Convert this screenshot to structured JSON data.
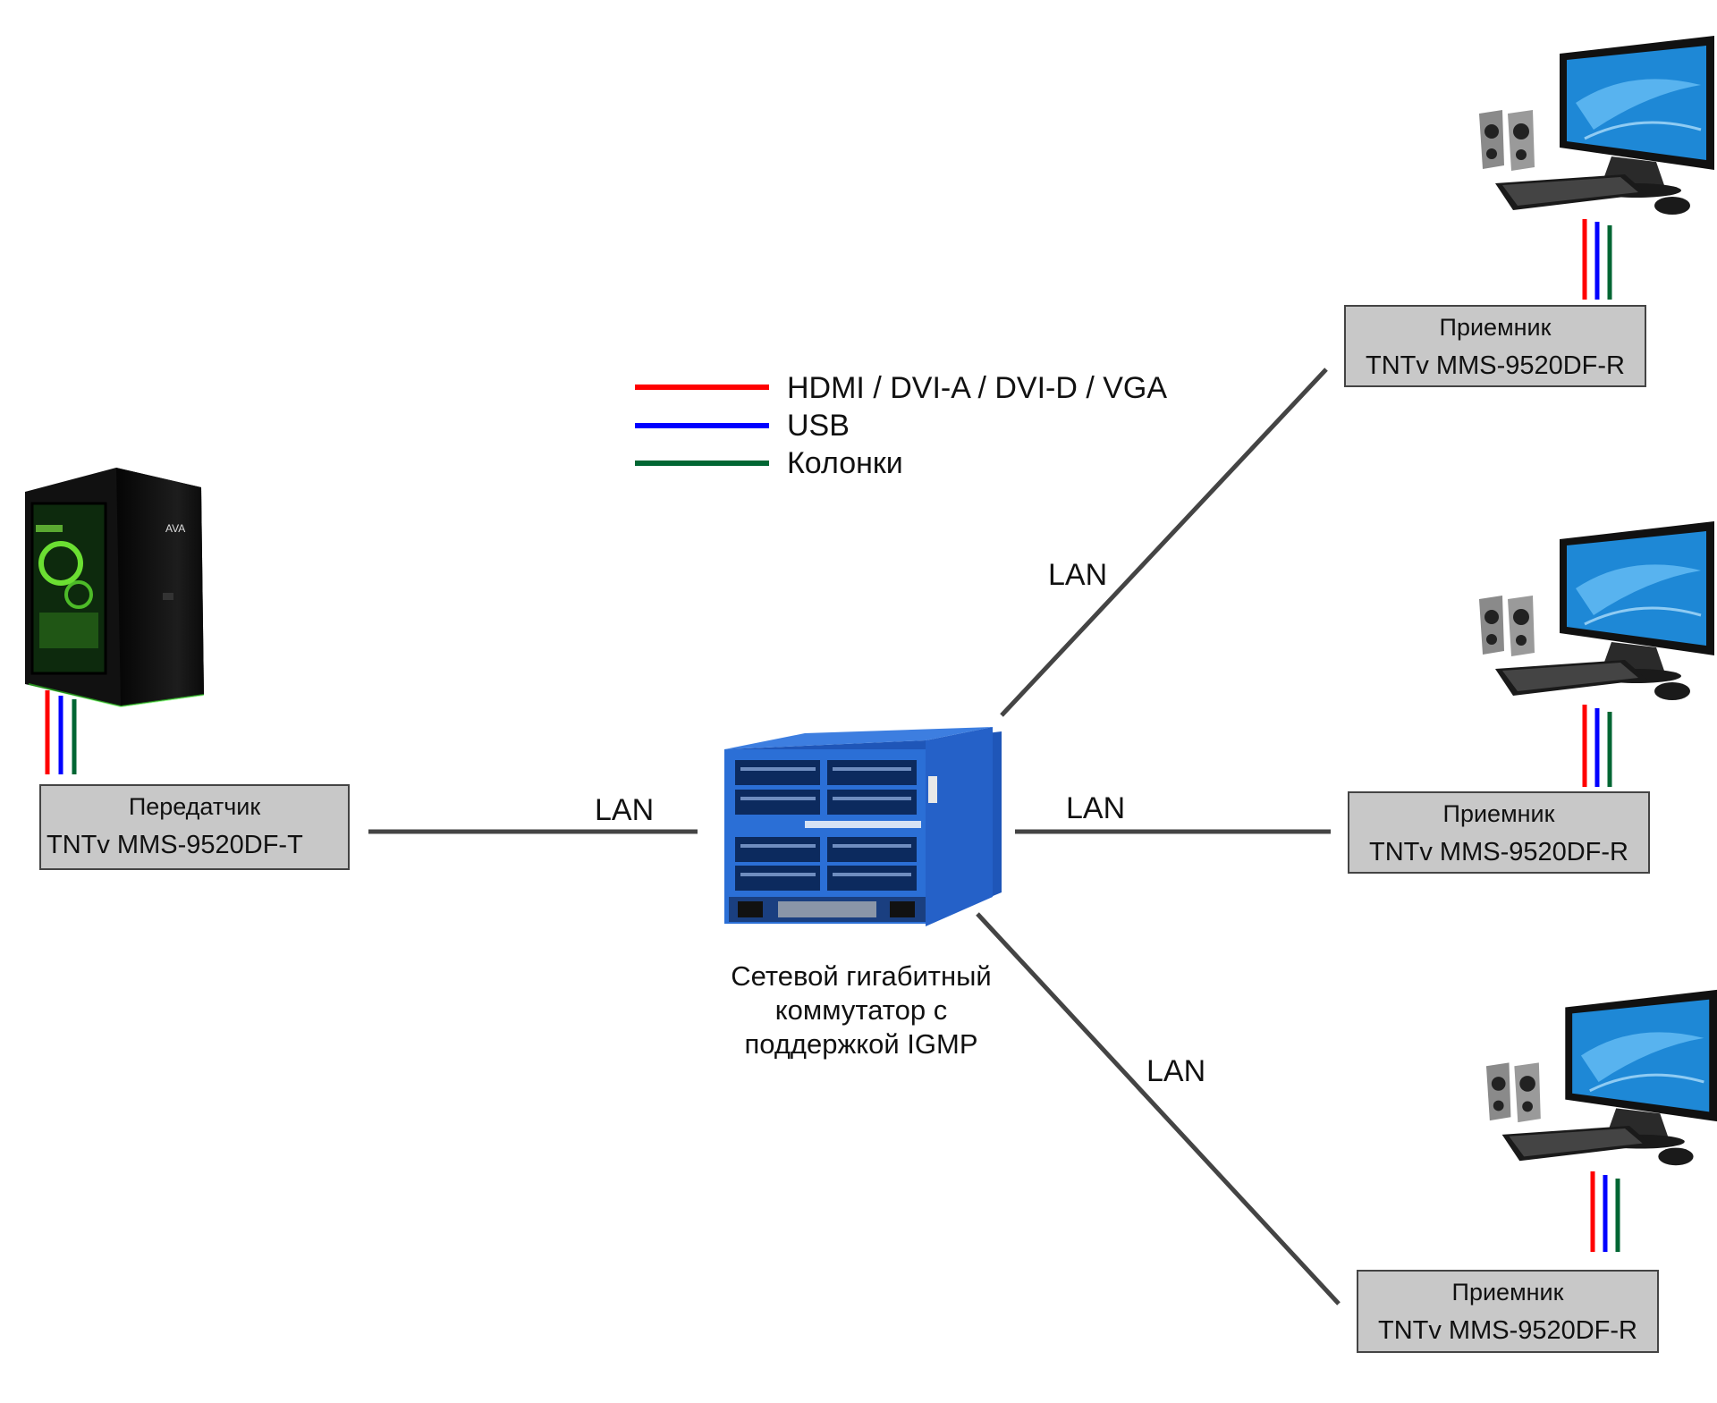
{
  "legend": [
    {
      "label": "HDMI / DVI-A / DVI-D / VGA",
      "color": "#ff0000"
    },
    {
      "label": "USB",
      "color": "#0000ff"
    },
    {
      "label": "Колонки",
      "color": "#006633"
    }
  ],
  "transmitter": {
    "line1": "Передатчик",
    "line2": "TNTv MMS-9520DF-T"
  },
  "receivers": [
    {
      "line1": "Приемник",
      "line2": "TNTv MMS-9520DF-R"
    },
    {
      "line1": "Приемник",
      "line2": "TNTv MMS-9520DF-R"
    },
    {
      "line1": "Приемник",
      "line2": "TNTv MMS-9520DF-R"
    }
  ],
  "switch_caption": [
    "Сетевой гигабитный",
    "коммутатор с",
    "поддержкой IGMP"
  ],
  "links": [
    "LAN",
    "LAN",
    "LAN",
    "LAN"
  ],
  "colors": {
    "link_line": "#444444",
    "box_fill": "#c8c8c8",
    "switch_blue": "#2b6fd6",
    "screen_blue": "#1e88d6"
  }
}
